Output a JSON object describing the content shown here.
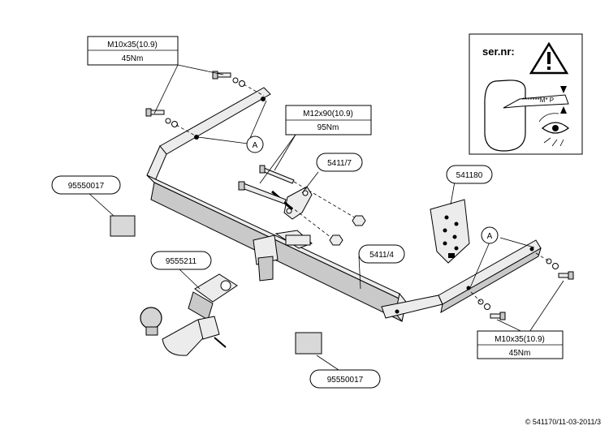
{
  "bolt_spec_top": {
    "size": "M10x35(10.9)",
    "torque": "45Nm"
  },
  "bolt_spec_center": {
    "size": "M12x90(10.9)",
    "torque": "95Nm"
  },
  "bolt_spec_bottom": {
    "size": "M10x35(10.9)",
    "torque": "45Nm"
  },
  "callouts": {
    "mount_a_left": "A",
    "mount_a_right": "A",
    "bracket": "5411/7",
    "crossbar": "5411/4",
    "label_plate": "541180",
    "sticker_left": "95550017",
    "sticker_bottom": "95550017",
    "tow_ball": "9555211"
  },
  "serial_box": {
    "title": "ser.nr:",
    "plate_text": "*******M* P"
  },
  "copyright": "© 541170/11-03-2011/3"
}
